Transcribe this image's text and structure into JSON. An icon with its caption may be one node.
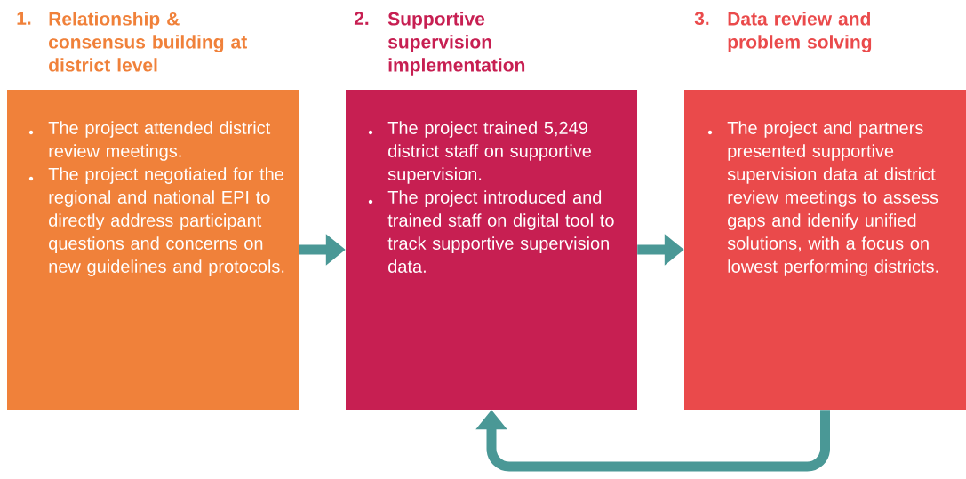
{
  "diagram": {
    "nodes": [
      {
        "text": [
          "1.",
          "Relationship & consensus building at district level",
          "The project attended district review meetings.",
          "The project negotiated for the regional and national EPI to directly address participant questions and concerns on new guidelines and protocols."
        ]
      },
      {
        "text": [
          "2.",
          "Supportive supervision implementation",
          "The project trained 5,249 district staff on supportive supervision.",
          "The project introduced and trained staff on digital tool to track supportive supervision data."
        ]
      },
      {
        "text": [
          "3.",
          "Data review and problem solving",
          "The project and partners presented supportive supervision data at district review meetings to assess gaps and idenify unified solutions, with a focus on lowest performing districts."
        ]
      }
    ],
    "edges": [
      {
        "from": 0,
        "to": 1,
        "arrow": "to"
      },
      {
        "from": 1,
        "to": 2,
        "arrow": "to"
      },
      {
        "from": 2,
        "to": 1,
        "arrow": "to"
      }
    ]
  }
}
